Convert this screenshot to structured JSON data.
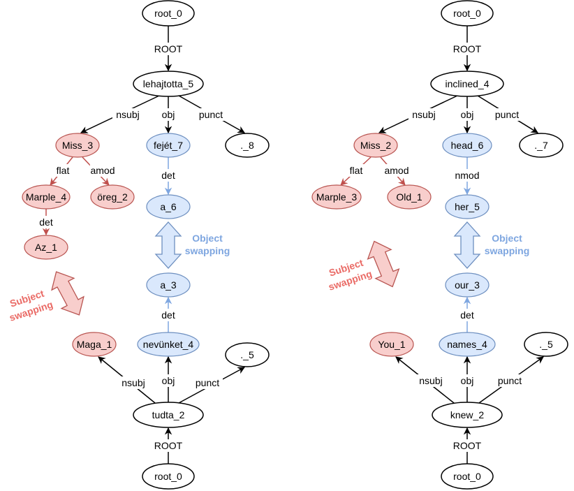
{
  "colors": {
    "black": "#000000",
    "subject_fill": "#f8cecc",
    "subject_stroke": "#b85450",
    "subject_arrow": "#c0504d",
    "object_fill": "#dae8fc",
    "object_stroke": "#6c8ebf",
    "object_arrow": "#7ea6e0",
    "plain_fill": "#ffffff",
    "subject_text": "#ea6b66",
    "object_text": "#7ea6e0",
    "subject_arrow_fill": "#f8cecc",
    "object_arrow_fill": "#dae8fc"
  },
  "nodes": {
    "l_root_top": "root_0",
    "l_lehajtotta": "lehajtotta_5",
    "l_miss": "Miss_3",
    "l_fejet": "fejét_7",
    "l_dot8": "._8",
    "l_marple": "Marple_4",
    "l_oreg": "öreg_2",
    "l_a6": "a_6",
    "l_az": "Az_1",
    "l_a3": "a_3",
    "l_maga": "Maga_1",
    "l_nevunket": "nevünket_4",
    "l_dot5": "._5",
    "l_tudta": "tudta_2",
    "l_root_bottom": "root_0",
    "r_root_top": "root_0",
    "r_inclined": "inclined_4",
    "r_miss": "Miss_2",
    "r_head": "head_6",
    "r_dot7": "._7",
    "r_marple": "Marple_3",
    "r_old": "Old_1",
    "r_her": "her_5",
    "r_our": "our_3",
    "r_you": "You_1",
    "r_names": "names_4",
    "r_dot5": "._5",
    "r_knew": "knew_2",
    "r_root_bottom": "root_0"
  },
  "edges": {
    "l_root_top": "ROOT",
    "l_nsubj_top": "nsubj",
    "l_obj_top": "obj",
    "l_punct_top": "punct",
    "l_flat": "flat",
    "l_amod": "amod",
    "l_det_fejet": "det",
    "l_det_marple": "det",
    "l_det_nevunket": "det",
    "l_nsubj_bottom": "nsubj",
    "l_obj_bottom": "obj",
    "l_punct_bottom": "punct",
    "l_root_bottom": "ROOT",
    "r_root_top": "ROOT",
    "r_nsubj_top": "nsubj",
    "r_obj_top": "obj",
    "r_punct_top": "punct",
    "r_flat": "flat",
    "r_amod": "amod",
    "r_nmod": "nmod",
    "r_det_names": "det",
    "r_nsubj_bottom": "nsubj",
    "r_obj_bottom": "obj",
    "r_punct_bottom": "punct",
    "r_root_bottom": "ROOT"
  },
  "swaps": {
    "l_object_line1": "Object",
    "l_object_line2": "swapping",
    "l_subject_line1": "Subject",
    "l_subject_line2": "swapping",
    "r_object_line1": "Object",
    "r_object_line2": "swapping",
    "r_subject_line1": "Subject",
    "r_subject_line2": "swapping"
  }
}
